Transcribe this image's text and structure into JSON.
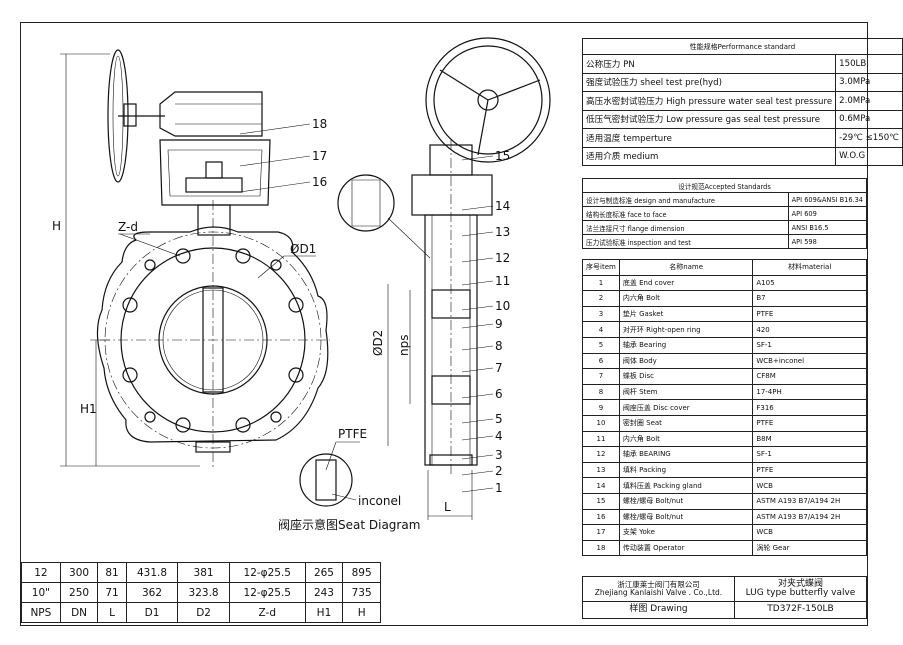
{
  "performance": {
    "title": "性能规格Performance standard",
    "rows": [
      {
        "name": "公称压力 PN",
        "value": "150LB"
      },
      {
        "name": "强度试验压力  sheel test pre(hyd)",
        "value": "3.0MPa"
      },
      {
        "name": "高压水密封试验压力 High pressure water seal test pressure",
        "value": "2.0MPa"
      },
      {
        "name": "低压气密封试验压力 Low pressure gas seal test pressure",
        "value": "0.6MPa"
      },
      {
        "name": "适用温度  temperture",
        "value": "-29℃ ≤150℃"
      },
      {
        "name": "适用介质   medium",
        "value": "W.O.G"
      }
    ]
  },
  "accepted": {
    "title": "设计规范Accepted Standards",
    "rows": [
      {
        "name": "设计与制造标准  design and manufacture",
        "value": "API 609&ANSI B16.34"
      },
      {
        "name": "结构长度标准  face to face",
        "value": "API 609"
      },
      {
        "name": "法兰连接尺寸  flange dimension",
        "value": "ANSI B16.5"
      },
      {
        "name": "压力试验标准  inspection and test",
        "value": "API 598"
      }
    ]
  },
  "parts": {
    "headers": [
      "序号item",
      "名称name",
      "材料material"
    ],
    "rows": [
      {
        "no": "1",
        "name": "底盖 End cover",
        "material": "A105"
      },
      {
        "no": "2",
        "name": "内六角  Bolt",
        "material": "B7"
      },
      {
        "no": "3",
        "name": "垫片 Gasket",
        "material": "PTFE"
      },
      {
        "no": "4",
        "name": "对开环  Right-open ring",
        "material": "420"
      },
      {
        "no": "5",
        "name": "轴承  Bearing",
        "material": "SF-1"
      },
      {
        "no": "6",
        "name": "阀体  Body",
        "material": "WCB+inconel"
      },
      {
        "no": "7",
        "name": "蝶板 Disc",
        "material": "CF8M"
      },
      {
        "no": "8",
        "name": "阀杆  Stem",
        "material": "17-4PH"
      },
      {
        "no": "9",
        "name": "阀座压盖  Disc cover",
        "material": "F316"
      },
      {
        "no": "10",
        "name": "密封圈  Seat",
        "material": "PTFE"
      },
      {
        "no": "11",
        "name": "内六角  Bolt",
        "material": "B8M"
      },
      {
        "no": "12",
        "name": "轴承  BEARING",
        "material": "SF-1"
      },
      {
        "no": "13",
        "name": "填料 Packing",
        "material": "PTFE"
      },
      {
        "no": "14",
        "name": "填料压盖  Packing gland",
        "material": "WCB"
      },
      {
        "no": "15",
        "name": "螺栓/螺母  Bolt/nut",
        "material": "ASTM A193 B7/A194 2H"
      },
      {
        "no": "16",
        "name": "螺栓/螺母  Bolt/nut",
        "material": "ASTM A193 B7/A194 2H"
      },
      {
        "no": "17",
        "name": "支架  Yoke",
        "material": "WCB"
      },
      {
        "no": "18",
        "name": "传动装置  Operator",
        "material": "涡轮 Gear"
      }
    ]
  },
  "dimensions": {
    "headers": [
      "NPS",
      "DN",
      "L",
      "D1",
      "D2",
      "Z-d",
      "H1",
      "H"
    ],
    "rows": [
      [
        "12",
        "300",
        "81",
        "431.8",
        "381",
        "12-φ25.5",
        "265",
        "895"
      ],
      [
        "10\"",
        "250",
        "71",
        "362",
        "323.8",
        "12-φ25.5",
        "243",
        "735"
      ]
    ]
  },
  "title_block": {
    "company_cn": "浙江康莱士阀门有限公司",
    "company_en": "Zhejiang Kanlaishi Valve . Co.,Ltd.",
    "product_cn": "对夹式蝶阀",
    "product_en": "LUG type butterfly valve",
    "drawing_label": "样图 Drawing",
    "drawing_no": "TD372F-150LB"
  },
  "drawing_labels": {
    "H": "H",
    "H1": "H1",
    "zd": "Z-d",
    "D1": "ØD1",
    "D2": "ØD2",
    "nps": "nps",
    "L": "L",
    "ptfe": "PTFE",
    "inconel": "inconel",
    "seat_diagram": "阀座示意图Seat Diagram",
    "callouts": [
      "1",
      "2",
      "3",
      "4",
      "5",
      "6",
      "7",
      "8",
      "9",
      "10",
      "11",
      "12",
      "13",
      "14",
      "15",
      "16",
      "17",
      "18"
    ]
  }
}
